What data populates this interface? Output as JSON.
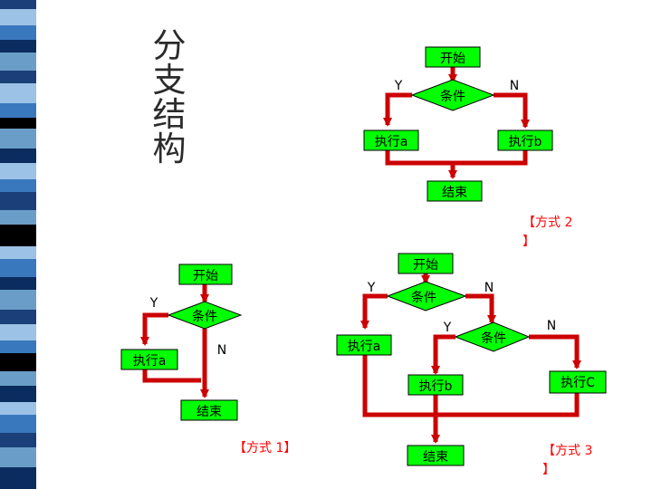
{
  "title": "分支结构",
  "colors": {
    "box_fill": "#00ff00",
    "box_stroke": "#000000",
    "arrow": "#cc0000",
    "caption": "#ff0000",
    "strip": [
      "#6a9ec8",
      "#1b3f78",
      "#000000",
      "#ffffff",
      "#3a78bd",
      "#9cc2e6",
      "#0b2c5e"
    ]
  },
  "flow2": {
    "start": "开始",
    "condition": "条件",
    "yes": "Y",
    "no": "N",
    "exec_a": "执行a",
    "exec_b": "执行b",
    "end": "结束",
    "caption_line1": "【方式 2",
    "caption_line2": "】"
  },
  "flow1": {
    "start": "开始",
    "condition": "条件",
    "yes": "Y",
    "no": "N",
    "exec_a": "执行a",
    "end": "结束",
    "caption": "【方式 1】"
  },
  "flow3": {
    "start": "开始",
    "condition1": "条件",
    "yes1": "Y",
    "no1": "N",
    "exec_a": "执行a",
    "condition2": "条件",
    "yes2": "Y",
    "no2": "N",
    "exec_b": "执行b",
    "exec_c": "执行C",
    "end": "结束",
    "caption_line1": "【方式 3",
    "caption_line2": "】"
  }
}
